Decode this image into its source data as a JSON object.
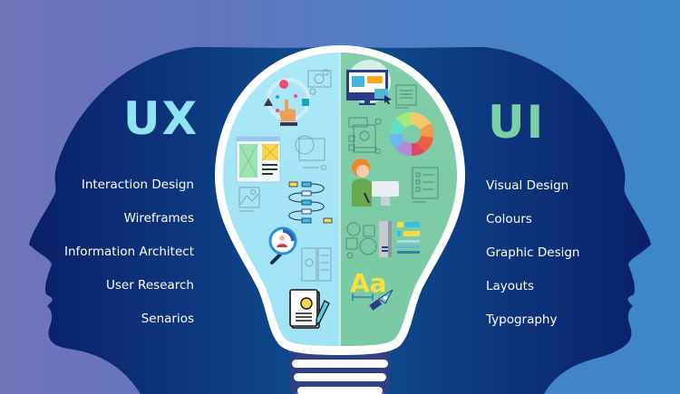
{
  "ux": {
    "title": "UX",
    "items": [
      "Interaction Design",
      "Wireframes",
      "Information Architect",
      "User Research",
      "Senarios"
    ]
  },
  "ui": {
    "title": "UI",
    "items": [
      "Visual Design",
      "Colours",
      "Graphic Design",
      "Layouts",
      "Typography"
    ]
  },
  "bulb": {
    "left_half": {
      "theme": "UX",
      "icons": [
        "touch-gesture-icon",
        "photo-frame-icon",
        "wireframe-layout-icon",
        "circle-crop-icon",
        "image-placeholder-icon",
        "user-flow-icon",
        "user-search-icon",
        "mobile-wireframe-icon",
        "document-review-icon"
      ]
    },
    "right_half": {
      "theme": "UI",
      "icons": [
        "monitor-design-icon",
        "document-icon",
        "mockup-sketch-icon",
        "color-wheel-icon",
        "designer-illustration-icon",
        "checklist-icon",
        "layout-shapes-icon",
        "style-guide-icon",
        "typography-pen-icon"
      ]
    }
  },
  "colors": {
    "ux_accent": "#8fe3f5",
    "ui_accent": "#79d2a6",
    "bulb_left_fill": "#a6e6f6",
    "bulb_right_fill": "#7ccba6",
    "head_fill": "#0c2a72",
    "bg_left": "#7274bb",
    "bg_right": "#3b87c9"
  }
}
